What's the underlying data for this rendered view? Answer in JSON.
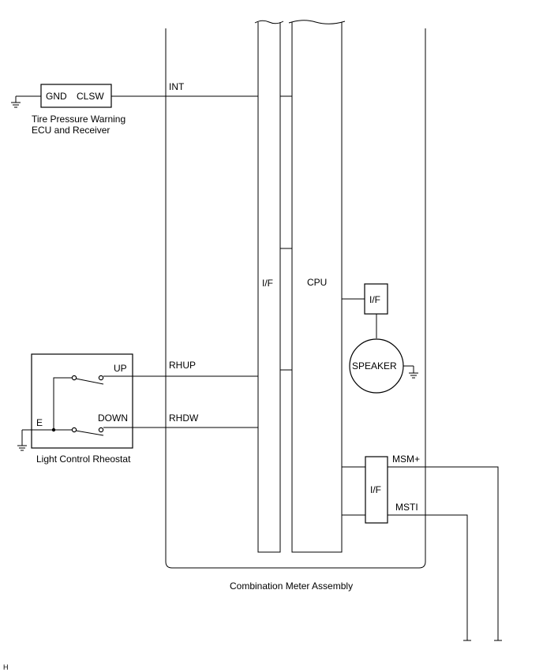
{
  "tpw_ecu": {
    "gnd_label": "GND",
    "clsw_label": "CLSW",
    "name_line1": "Tire Pressure Warning",
    "name_line2": "ECU and Receiver"
  },
  "wires": {
    "int": "INT",
    "rhup": "RHUP",
    "rhdw": "RHDW",
    "msm_plus": "MSM+",
    "msti": "MSTI"
  },
  "meter": {
    "if_left": "I/F",
    "cpu": "CPU",
    "if_speaker": "I/F",
    "speaker": "SPEAKER",
    "if_msm": "I/F",
    "name": "Combination Meter Assembly"
  },
  "rheostat": {
    "up": "UP",
    "down": "DOWN",
    "e": "E",
    "name": "Light Control Rheostat"
  },
  "corner_mark": "H"
}
